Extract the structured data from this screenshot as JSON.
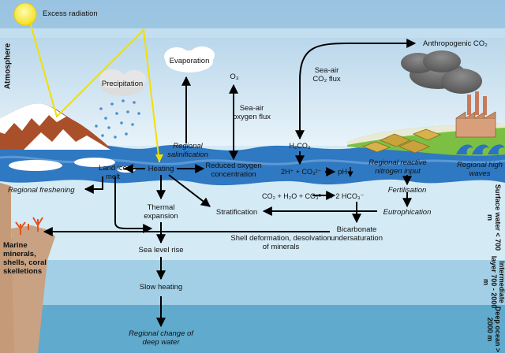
{
  "atmosphere": "Atmosphere",
  "labels": {
    "excess_radiation": "Excess radiation",
    "evaporation": "Evaporation",
    "precipitation": "Precipitation",
    "regional_salinification": "Regional salinification",
    "o3": "O₃",
    "sea_air_oxygen_flux": "Sea-air oxygen flux",
    "sea_air_co2_flux": "Sea-air CO₂ flux",
    "anthropogenic_co2": "Anthropogenic CO₂",
    "h2co3": "H₂CO₃",
    "land_ice_melt": "Land ice melt",
    "heating": "Heating",
    "reduced_oxygen": "Reduced oxygen concentration",
    "ion_reaction": "2H⁺ + CO₃²⁻",
    "ph": "pH",
    "regional_reactive_nitrogen": "Regional reactive nitrogen input",
    "regional_high_waves": "Regional high waves",
    "regional_freshening": "Regional freshening",
    "thermal_expansion": "Thermal expansion",
    "co2_equation": "CO₂ + H₂O + CO₃²⁻ → 2 HCO₃⁻",
    "fertilisation": "Fertilisation",
    "stratification": "Stratification",
    "eutrophication": "Eutrophication",
    "bicarbonate": "Bicarbonate undersaturation",
    "shell_deformation": "Shell deformation, desolvation of minerals",
    "sea_level_rise": "Sea level rise",
    "slow_heating": "Slow heating",
    "regional_change": "Regional change of deep water",
    "marine_minerals": "Marine minerals, shells, coral skelletions"
  },
  "layers": {
    "surface": "Surface water < 700 m",
    "intermediate": "Intermediate layer 700 - 2000 m",
    "deep": "Deep ocean > 2000 m"
  },
  "colors": {
    "sky_top": "#a9cde6",
    "sky_bottom": "#e9f3fa",
    "surface_water": "#d2e9f4",
    "intermediate_water": "#9fcde4",
    "deep_water": "#5ea9cc",
    "wave_blue": "#2f78c2",
    "sun_yellow": "#f5e431",
    "radiation_line": "#f0e000",
    "arrow": "#000000"
  }
}
